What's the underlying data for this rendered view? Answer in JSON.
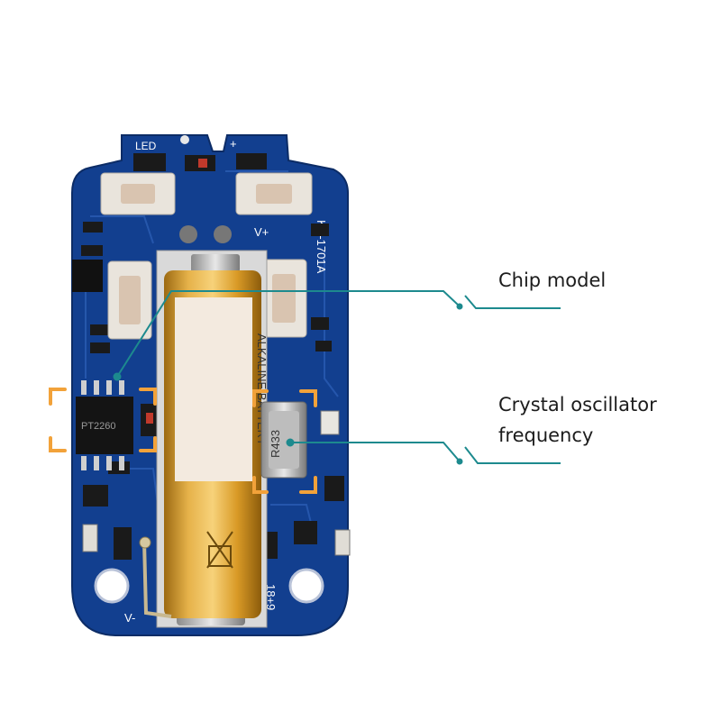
{
  "labels": {
    "chip_model": "Chip model",
    "crystal_line1": "Crystal oscillator",
    "crystal_line2": "frequency"
  },
  "board": {
    "led_label": "LED",
    "plus_label": "+",
    "vplus_label": "V+",
    "vminus_label": "V-",
    "model_label": "KB-1701A",
    "chip_marking": "PT2260",
    "crystal_marking": "R433",
    "battery_text": "ALKALINE BATTERY",
    "date_code": "18+9"
  },
  "colors": {
    "pcb": "#123f8f",
    "callout_line": "#1d8a8e",
    "highlight": "#f2a23a",
    "battery_gold": "#e0a22c",
    "battery_label": "#f3eadf"
  }
}
